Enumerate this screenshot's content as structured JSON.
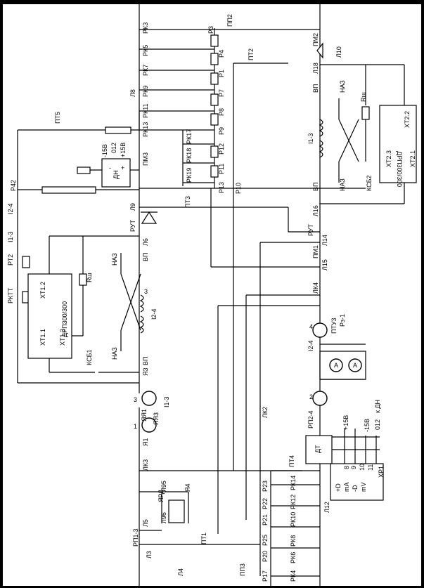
{
  "labels": {
    "rk3": "РК3",
    "p3": "Р3",
    "pp2": "ПП2",
    "pm2": "ПМ2",
    "l10": "Л10",
    "rk5": "РК5",
    "p4": "Р4",
    "pt2": "ПТ2",
    "rk7": "РК7",
    "p1": "Р1",
    "l18": "Л18",
    "rk9": "РК9",
    "p7": "Р7",
    "vp_top": "ВП",
    "naz_tr": "НАЗ",
    "l8": "Л8",
    "rk11": "РК11",
    "p8": "Р8",
    "rsh_top": "Rш",
    "rk13": "РК13",
    "p9": "Р9",
    "xt22": "ХТ2.2",
    "pt5": "ПТ5",
    "rk17": "РК17",
    "p12": "Р12",
    "m15v": "-15В",
    "v012": "012",
    "p15v": "+15В",
    "rk18": "РК18",
    "pm3": "ПМ3",
    "p11": "Р11",
    "dn": "ДН",
    "dn_minus": "-",
    "dn_plus": "+",
    "rk19": "РК19",
    "p13": "Р13",
    "p10": "Р10",
    "i13_top": "I1-3",
    "i13_mid": "I1-3",
    "i13_bot": "I1-3",
    "i24_left": "I2-4",
    "i24_mid": "I2-4",
    "i24_right": "I2-4",
    "drp_top": "ДРП300/300",
    "xt23": "ХТ2.3",
    "xt21": "ХТ2.1",
    "p42": "Р42",
    "vp_r": "ВП",
    "naz_r2": "НАЗ",
    "ksb2": "КСБ2",
    "l9": "Л9",
    "pt3": "ПТ3",
    "l16": "Л16",
    "rut_left": "РУТ",
    "rut_right": "РУТ",
    "l14": "Л14",
    "rt2": "РТ2",
    "l6": "Л6",
    "vp_l": "ВП",
    "pm1": "ПМ1",
    "l15": "Л15",
    "xt12": "ХТ1.2",
    "drp_left": "ДРП300/300",
    "rsh_left": "Rш",
    "naz_l1": "НАЗ",
    "rktt": "РКТТ",
    "lk4": "ЛК4",
    "coil3": "3",
    "ptu3": "ПТУ3",
    "ro": "Рз-1",
    "motor4": "4",
    "xt11": "ХТ1.1",
    "xt13": "ХТ1.3",
    "naz_l2": "НАЗ",
    "vp_l2": "ВП",
    "ksb1": "КСБ1",
    "ya3_top": "Я3",
    "ammeter_a1": "А",
    "ammeter_a2": "А",
    "motor3": "3",
    "yar1": "ЯЯ1",
    "yaya3": "ЯЯ3",
    "motor1": "1",
    "ya1": "Я1",
    "lk2": "ЛК2",
    "motor2": "2",
    "rp24": "РП2-4",
    "dn_ref": "к ДН",
    "dt": "ДТ",
    "v15_out": "+15В",
    "m15_out": "-15В",
    "v012_out": "012",
    "lk3": "ЛК3",
    "pt4": "ПТ4",
    "term8": "8",
    "term9": "9",
    "term10": "10",
    "term11": "11",
    "d_plus": "+D",
    "ma": "mA",
    "d_minus": "-D",
    "mv": "mV",
    "xr1": "ХР1",
    "yad": "ЯРД",
    "l95": "Л95",
    "ya4": "Я4",
    "l96": "Л96",
    "p23": "Р23",
    "rk14": "РК14",
    "p22": "Р22",
    "rk12": "РК12",
    "l12": "Л12",
    "l5": "Л5",
    "p21": "Р21",
    "rk10": "РК10",
    "rp13": "РП1-3",
    "pt1": "ПТ1",
    "p25": "Р25",
    "rk8": "РК8",
    "l3": "Л3",
    "p20": "Р20",
    "rk6": "РК6",
    "l4": "Л4",
    "pp3": "ПП3",
    "p17": "Р17",
    "rk4": "РК4"
  }
}
